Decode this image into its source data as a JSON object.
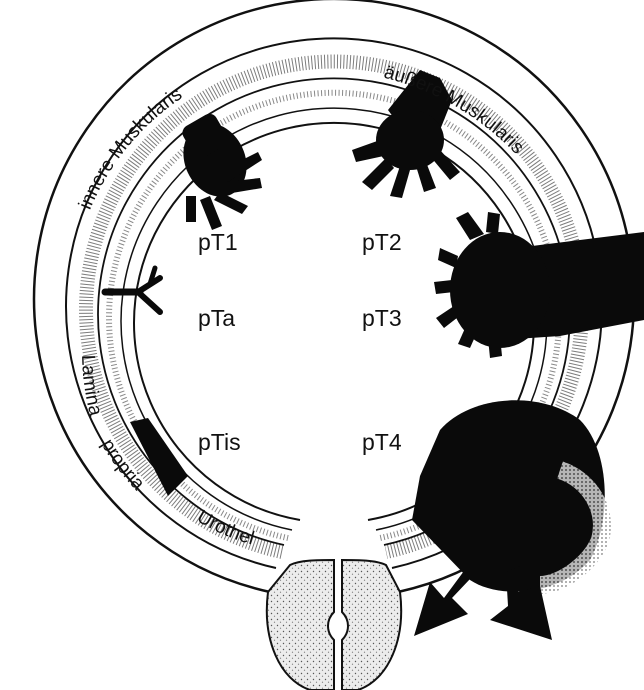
{
  "layers": {
    "outer_muscularis": "äußere Muskularis",
    "inner_muscularis": "innere Muskularis",
    "lamina_propria_1": "Lamina",
    "lamina_propria_2": "propria",
    "urothel": "Urothel"
  },
  "stages": {
    "t1": "pT1",
    "t2": "pT2",
    "ta": "pTa",
    "t3": "pT3",
    "tis": "pTis",
    "t4": "pT4"
  },
  "colors": {
    "ink": "#111111",
    "tumor": "#0a0a0a",
    "stipple": "#d9d9d9"
  }
}
